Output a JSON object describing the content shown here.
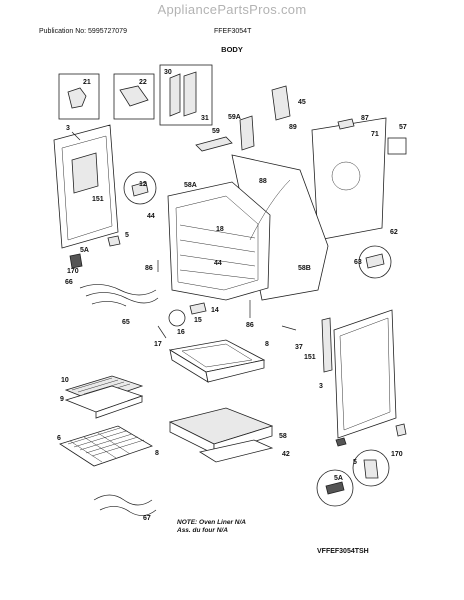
{
  "header": {
    "site": "AppliancePartsPros.com",
    "publication": "Publication No: 5995727079",
    "model": "FFEF3054T",
    "section": "BODY"
  },
  "footer": {
    "note_line1": "NOTE: Oven Liner N/A",
    "note_line2": "Ass. du four N/A",
    "diagram_code": "VFFEF3054TSH"
  },
  "callouts": {
    "c21": "21",
    "c22": "22",
    "c30": "30",
    "c31": "31",
    "c3a": "3",
    "c151a": "151",
    "c59": "59",
    "c59A": "59A",
    "c45": "45",
    "c87": "87",
    "c89": "89",
    "c71": "71",
    "c57": "57",
    "c12": "12",
    "c44a": "44",
    "c58A": "58A",
    "c88": "88",
    "c18": "18",
    "c44b": "44",
    "c58B": "58B",
    "c62": "62",
    "c63": "63",
    "c5a": "5",
    "c5Aa": "5A",
    "c170a": "170",
    "c86a": "86",
    "c66": "66",
    "c65": "65",
    "c14": "14",
    "c16": "16",
    "c15": "15",
    "c17": "17",
    "c86b": "86",
    "c37": "37",
    "c151b": "151",
    "c3b": "3",
    "c8a": "8",
    "c10": "10",
    "c9": "9",
    "c6": "6",
    "c8b": "8",
    "c58": "58",
    "c42": "42",
    "c67": "67",
    "c5Ab": "5A",
    "c5b": "5",
    "c170b": "170"
  }
}
